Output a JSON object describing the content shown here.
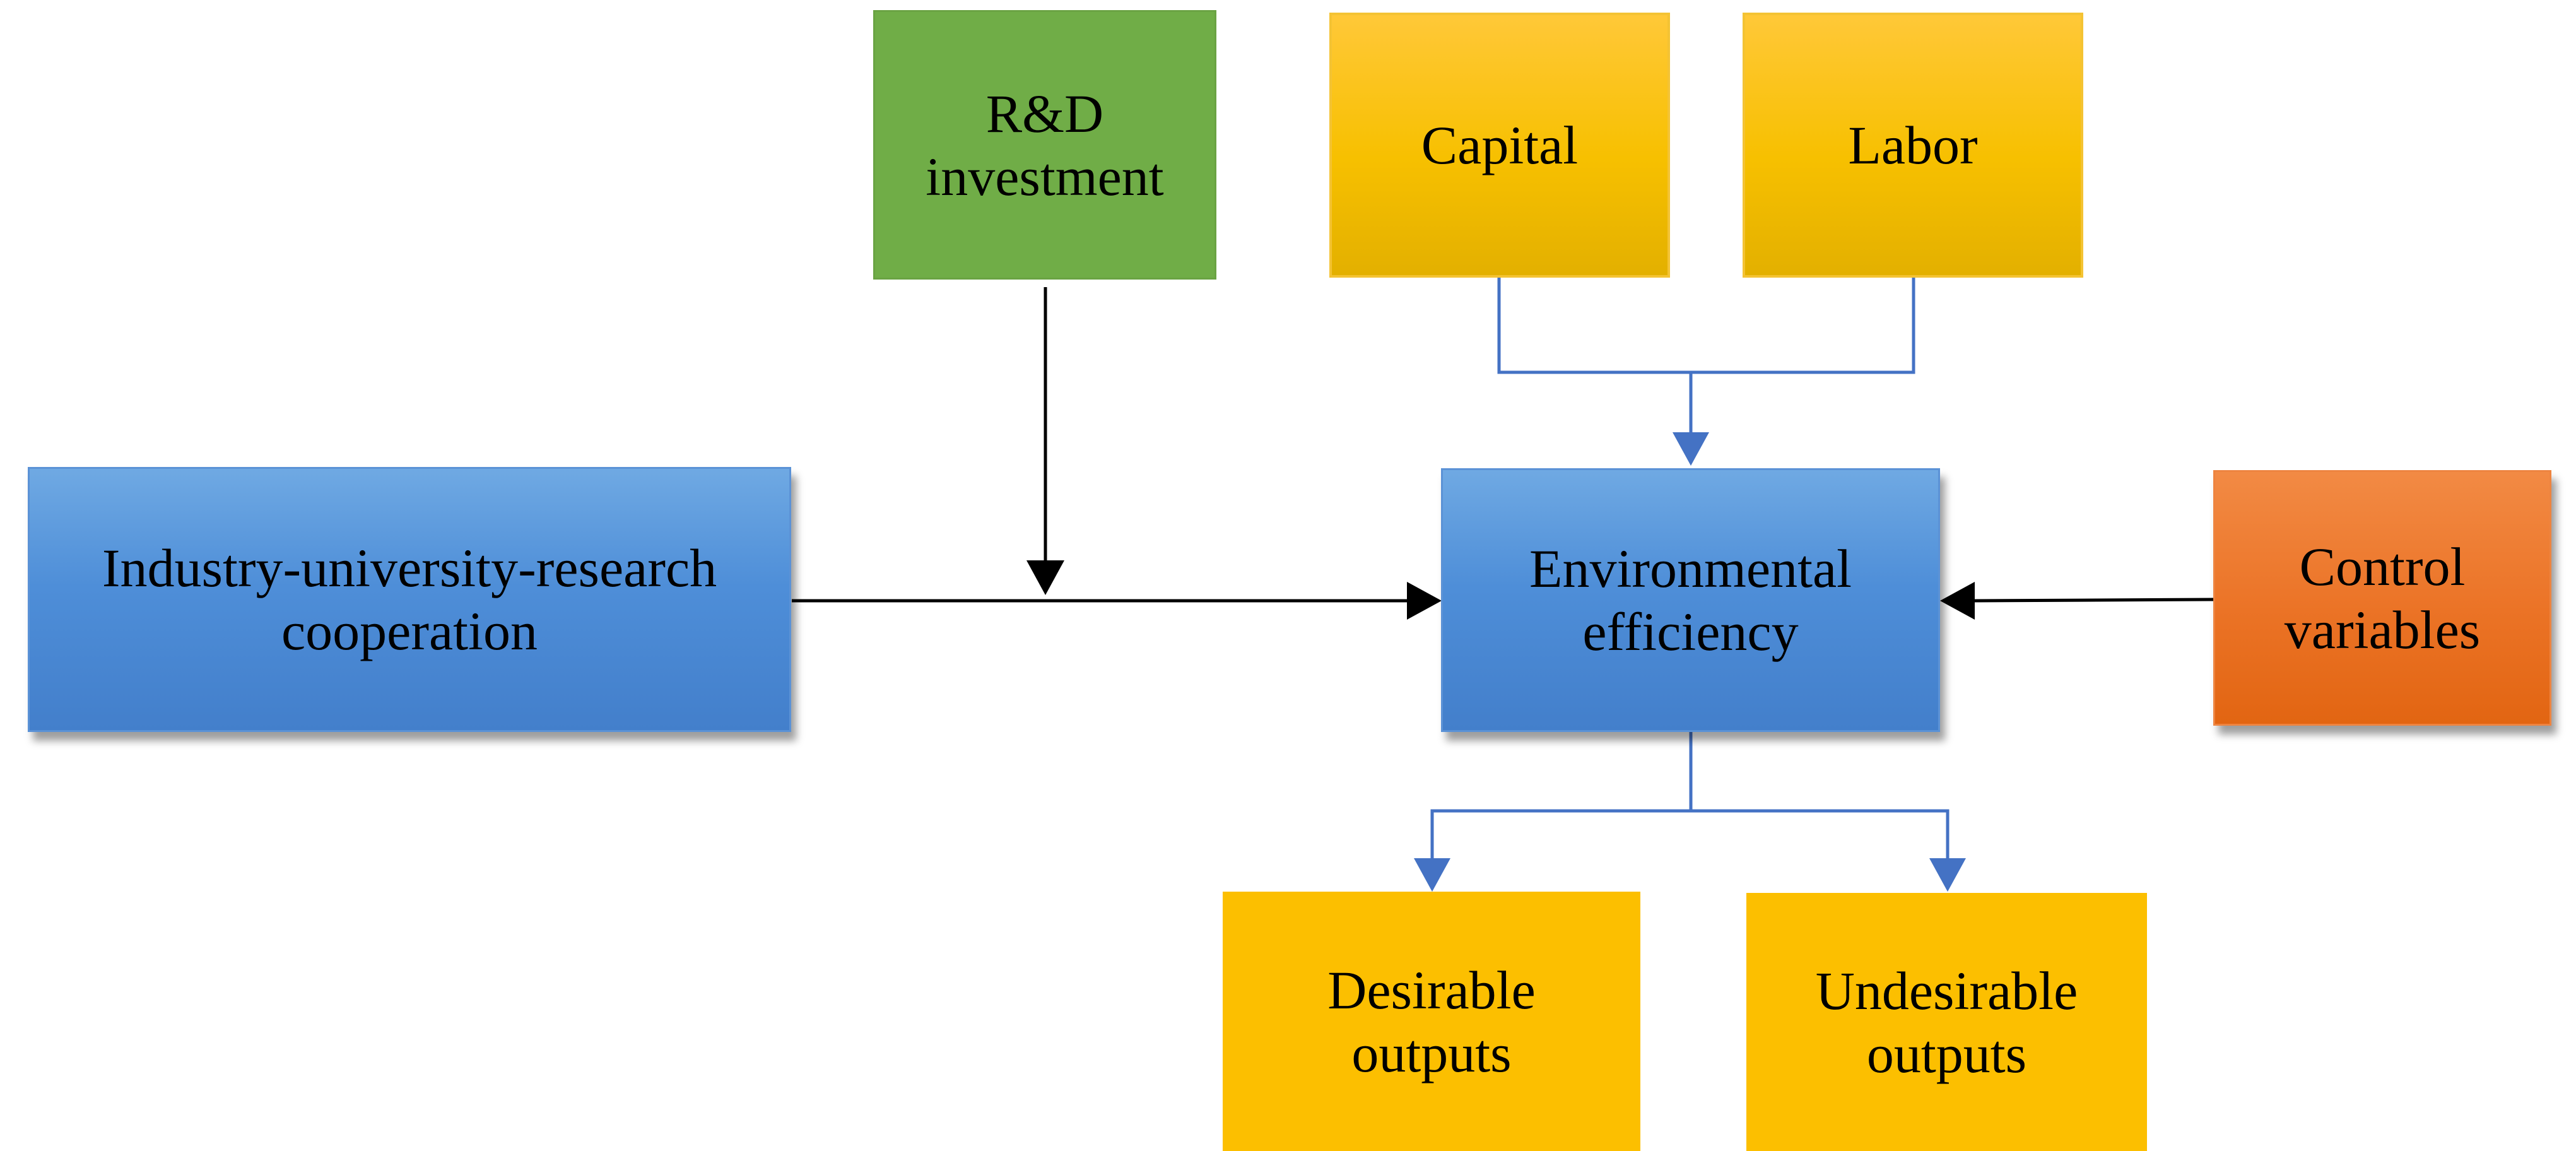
{
  "nodes": {
    "rd_investment": "R&D\ninvestment",
    "capital": "Capital",
    "labor": "Labor",
    "iur_cooperation": "Industry-university-research\ncooperation",
    "environmental_efficiency": "Environmental\nefficiency",
    "control_variables": "Control\nvariables",
    "desirable_outputs": "Desirable\noutputs",
    "undesirable_outputs": "Undesirable\noutputs"
  },
  "edges": [
    {
      "from": "rd_investment",
      "to": "iur-to-efficiency-link",
      "style": "moderating"
    },
    {
      "from": "iur_cooperation",
      "to": "environmental_efficiency"
    },
    {
      "from": "capital",
      "to": "environmental_efficiency"
    },
    {
      "from": "labor",
      "to": "environmental_efficiency"
    },
    {
      "from": "control_variables",
      "to": "environmental_efficiency"
    },
    {
      "from": "environmental_efficiency",
      "to": "desirable_outputs"
    },
    {
      "from": "environmental_efficiency",
      "to": "undesirable_outputs"
    }
  ],
  "colors": {
    "input_blue": "#4e8ed8",
    "moderator_green": "#70ad47",
    "factor_gold": "#f7c000",
    "control_orange": "#eb7326",
    "black_arrow": "#000000",
    "blue_arrow": "#4472c4"
  }
}
